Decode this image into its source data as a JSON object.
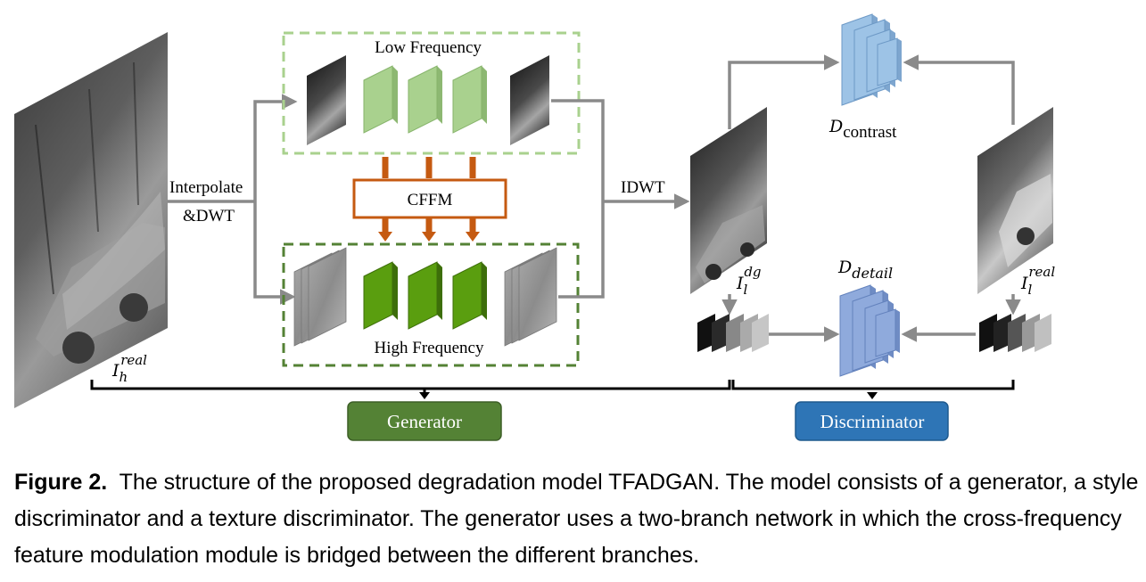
{
  "diagram": {
    "input_label_base": "I",
    "input_sub": "h",
    "input_sup": "real",
    "interpolate_line1": "Interpolate",
    "interpolate_line2": "&DWT",
    "low_freq_label": "Low Frequency",
    "high_freq_label": "High Frequency",
    "cffm_label": "CFFM",
    "idwt_label": "IDWT",
    "gen_out_base": "I",
    "gen_out_sub": "l",
    "gen_out_sup": "dg",
    "real_base": "I",
    "real_sub": "l",
    "real_sup": "real",
    "d_contrast_base": "D",
    "d_contrast_sub": "contrast",
    "d_detail_base": "D",
    "d_detail_sub": "detail",
    "generator_label": "Generator",
    "discriminator_label": "Discriminator"
  },
  "colors": {
    "arrow": "#8a8a8a",
    "low_border": "#a9d18e",
    "high_border": "#548235",
    "light_green": "#a9d18e",
    "dark_green": "#5a9e0f",
    "cffm_border": "#c55a11",
    "disc_blue": "#9dc3e6",
    "detail_blue": "#8faadc",
    "generator_box": "#548235",
    "discriminator_box": "#2e75b6"
  },
  "caption": {
    "figure_number": "Figure 2.",
    "text": "The structure of the proposed degradation model TFADGAN. The model consists of a generator, a style discriminator and a texture discriminator. The generator uses a two-branch network in which the cross-frequency feature modulation module is bridged between the different branches."
  }
}
